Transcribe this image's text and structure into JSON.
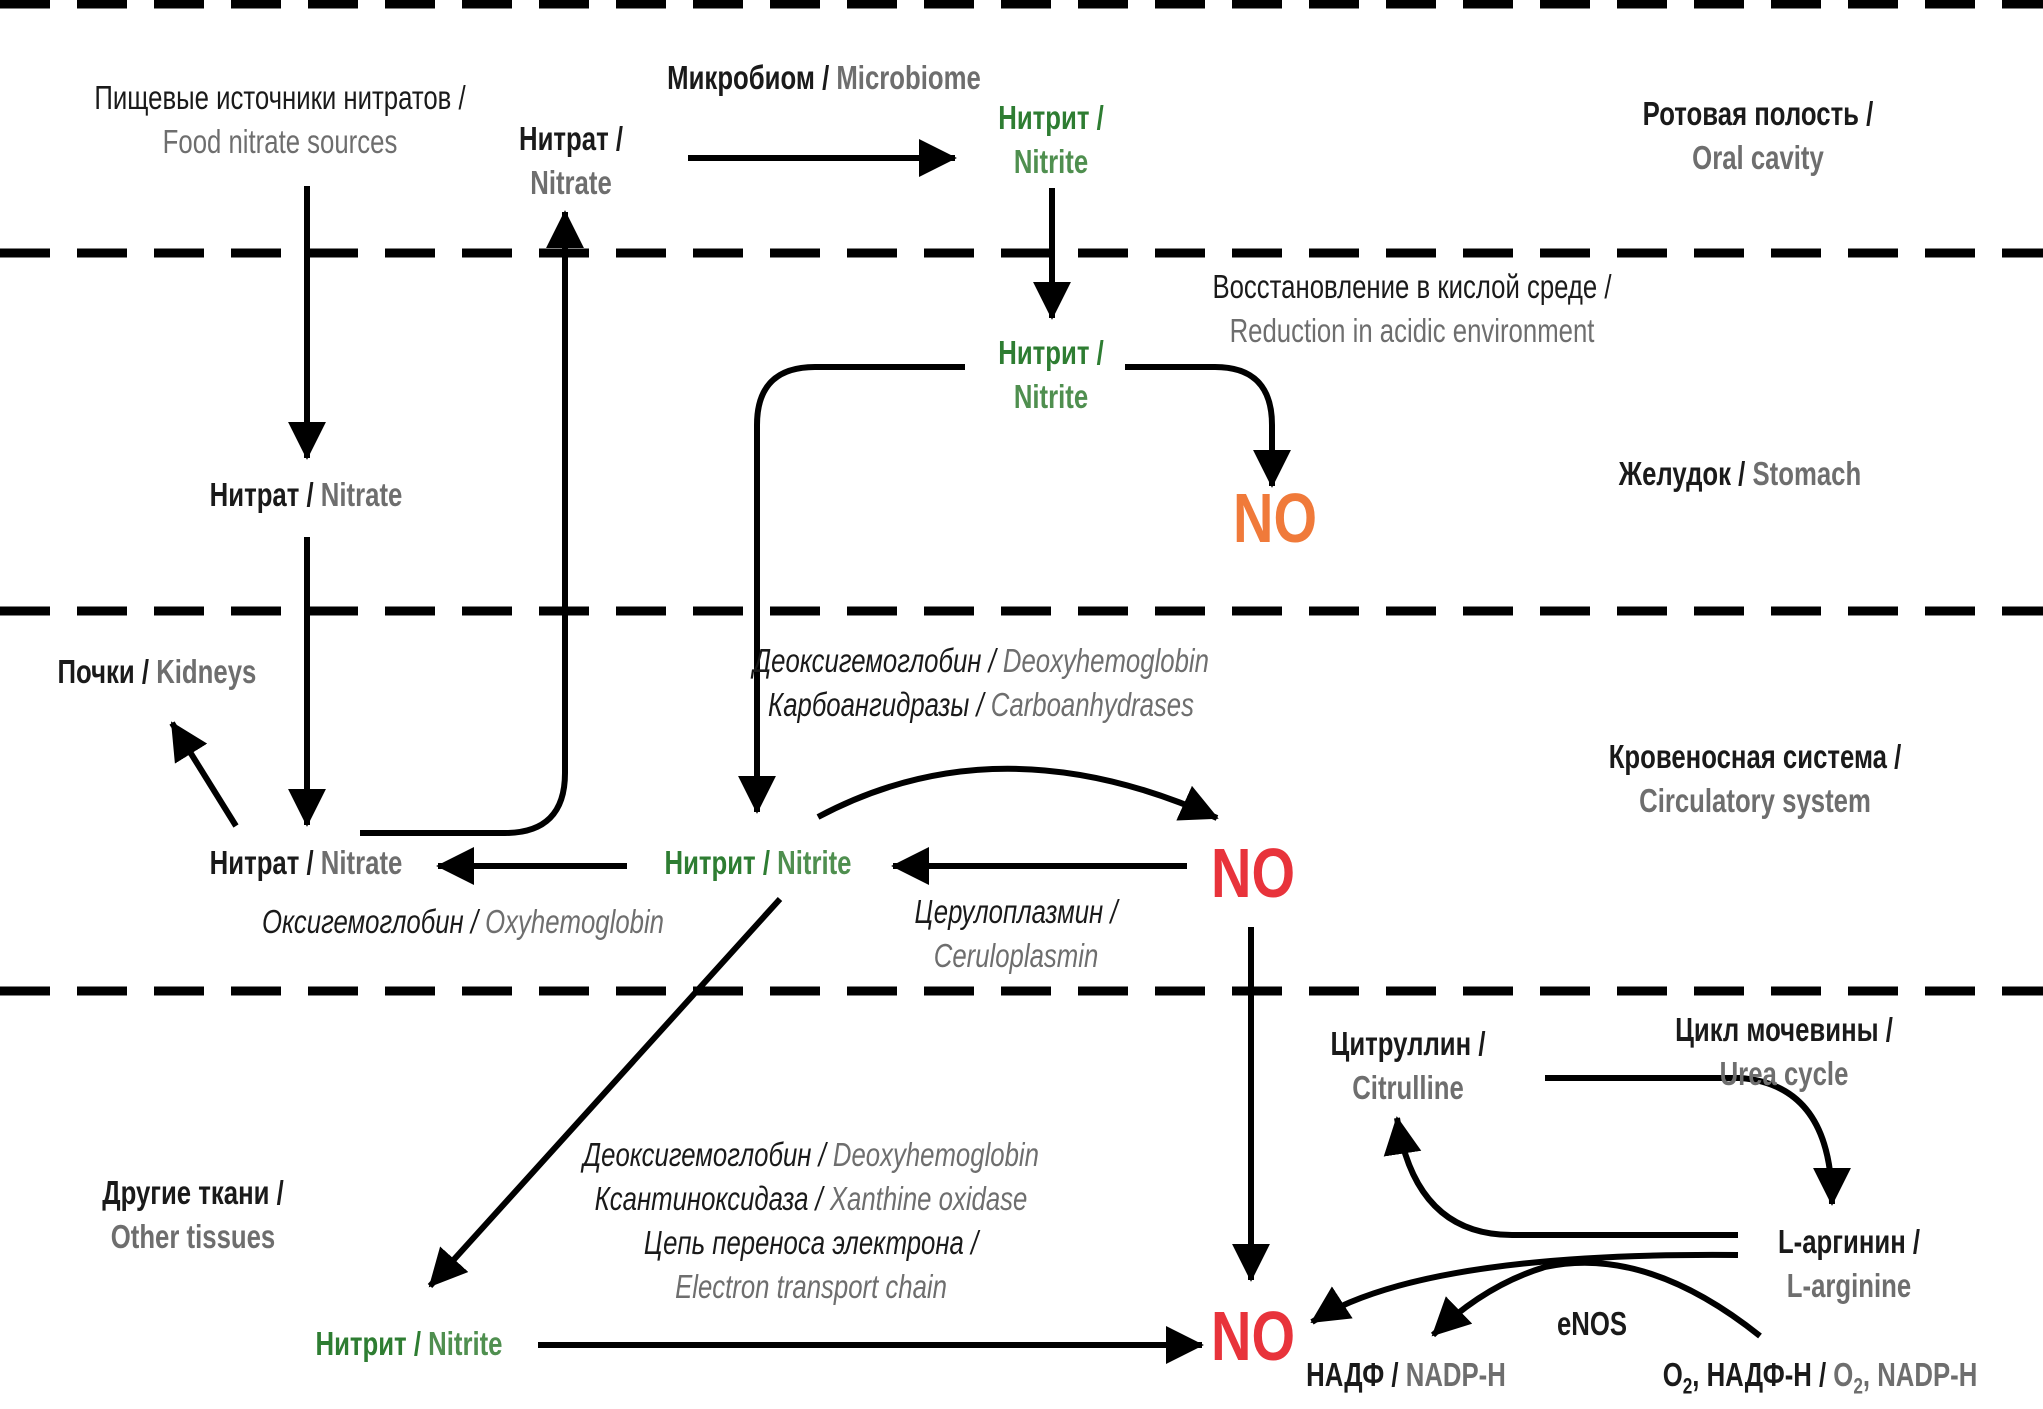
{
  "colors": {
    "line": "#000000",
    "text": "#1a1a1a",
    "english": "#6e6e6e",
    "nitrite_ru": "#2e7d32",
    "nitrite_en": "#4f8f4f",
    "no_orange": "#f07a3a",
    "no_red": "#e8333b"
  },
  "zones": {
    "oral": {
      "ru": "Ротовая полость /",
      "en": "Oral cavity"
    },
    "stomach": {
      "ru": "Желудок /",
      "en": "Stomach"
    },
    "circulatory": {
      "ru": "Кровеносная система /",
      "en": "Circulatory system"
    },
    "kidneys": {
      "ru": "Почки /",
      "en": "Kidneys"
    },
    "other_tissues": {
      "ru": "Другие ткани /",
      "en": "Other tissues"
    }
  },
  "oral": {
    "food_sources": {
      "ru": "Пищевые источники нитратов /",
      "en": "Food nitrate sources"
    },
    "microbiome": {
      "ru": "Микробиом /",
      "en": "Microbiome"
    },
    "nitrate": {
      "ru": "Нитрат /",
      "en": "Nitrate"
    },
    "nitrite": {
      "ru": "Нитрит /",
      "en": "Nitrite"
    }
  },
  "stomach": {
    "reduction": {
      "ru": "Восстановление в кислой среде /",
      "en": "Reduction in acidic environment"
    },
    "nitrite": {
      "ru": "Нитрит /",
      "en": "Nitrite"
    },
    "nitrate": {
      "ru": "Нитрат /",
      "en": "Nitrate"
    },
    "no": "NO"
  },
  "circulatory": {
    "enzymes_1": {
      "ru": "Деоксигемоглобин /",
      "en": "Deoxyhemoglobin"
    },
    "enzymes_2": {
      "ru": "Карбоангидразы /",
      "en": "Carboanhydrases"
    },
    "nitrate": {
      "ru": "Нитрат /",
      "en": "Nitrate"
    },
    "oxyhemoglobin": {
      "ru": "Оксигемоглобин /",
      "en": "Oxyhemoglobin"
    },
    "nitrite": {
      "ru": "Нитрит /",
      "en": "Nitrite"
    },
    "ceruloplasmin": {
      "ru": "Церулоплазмин /",
      "en": "Ceruloplasmin"
    },
    "no": "NO"
  },
  "tissues": {
    "citrulline": {
      "ru": "Цитруллин /",
      "en": "Citrulline"
    },
    "urea_cycle": {
      "ru": "Цикл мочевины /",
      "en": "Urea cycle"
    },
    "arginine": {
      "ru": "L-аргинин /",
      "en": "L-arginine"
    },
    "enzymes_1": {
      "ru": "Деоксигемоглобин /",
      "en": "Deoxyhemoglobin"
    },
    "enzymes_2": {
      "ru": "Ксантиноксидаза /",
      "en": "Xanthine oxidase"
    },
    "enzymes_3": {
      "ru": "Цепь переноса электрона /",
      "en": "Electron transport chain"
    },
    "nitrite": {
      "ru": "Нитрит /",
      "en": "Nitrite"
    },
    "no": "NO",
    "enos": "eNOS",
    "nadp": {
      "ru": "НАДФ /",
      "en": "NADP-H"
    },
    "cofactors": {
      "o2": "O",
      "sub": "2",
      "ru": ", НАДФ-Н /",
      "o2_en": "O",
      "sub_en": "2",
      "en": ", NADP-H"
    }
  }
}
